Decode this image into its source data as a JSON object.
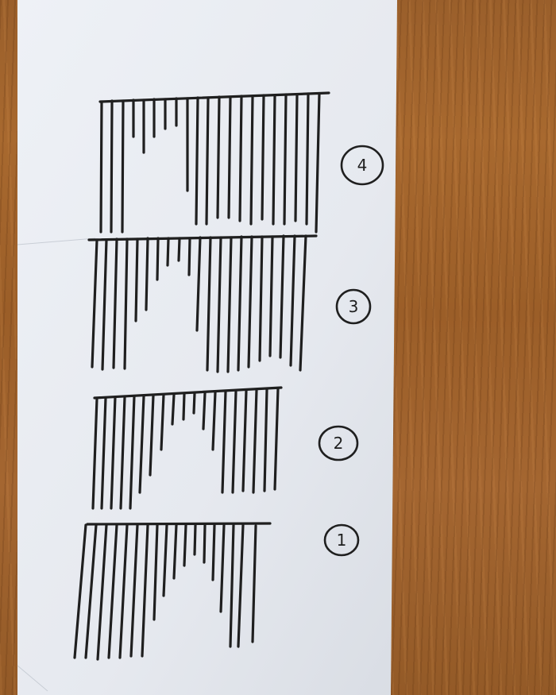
{
  "photo": {
    "floors": [
      {
        "label": "4"
      },
      {
        "label": "3"
      },
      {
        "label": "2"
      },
      {
        "label": "1"
      }
    ],
    "colors": {
      "paper": "#e9ecf1",
      "ink": "#1f1f1f",
      "wood": "#a0632d"
    }
  }
}
